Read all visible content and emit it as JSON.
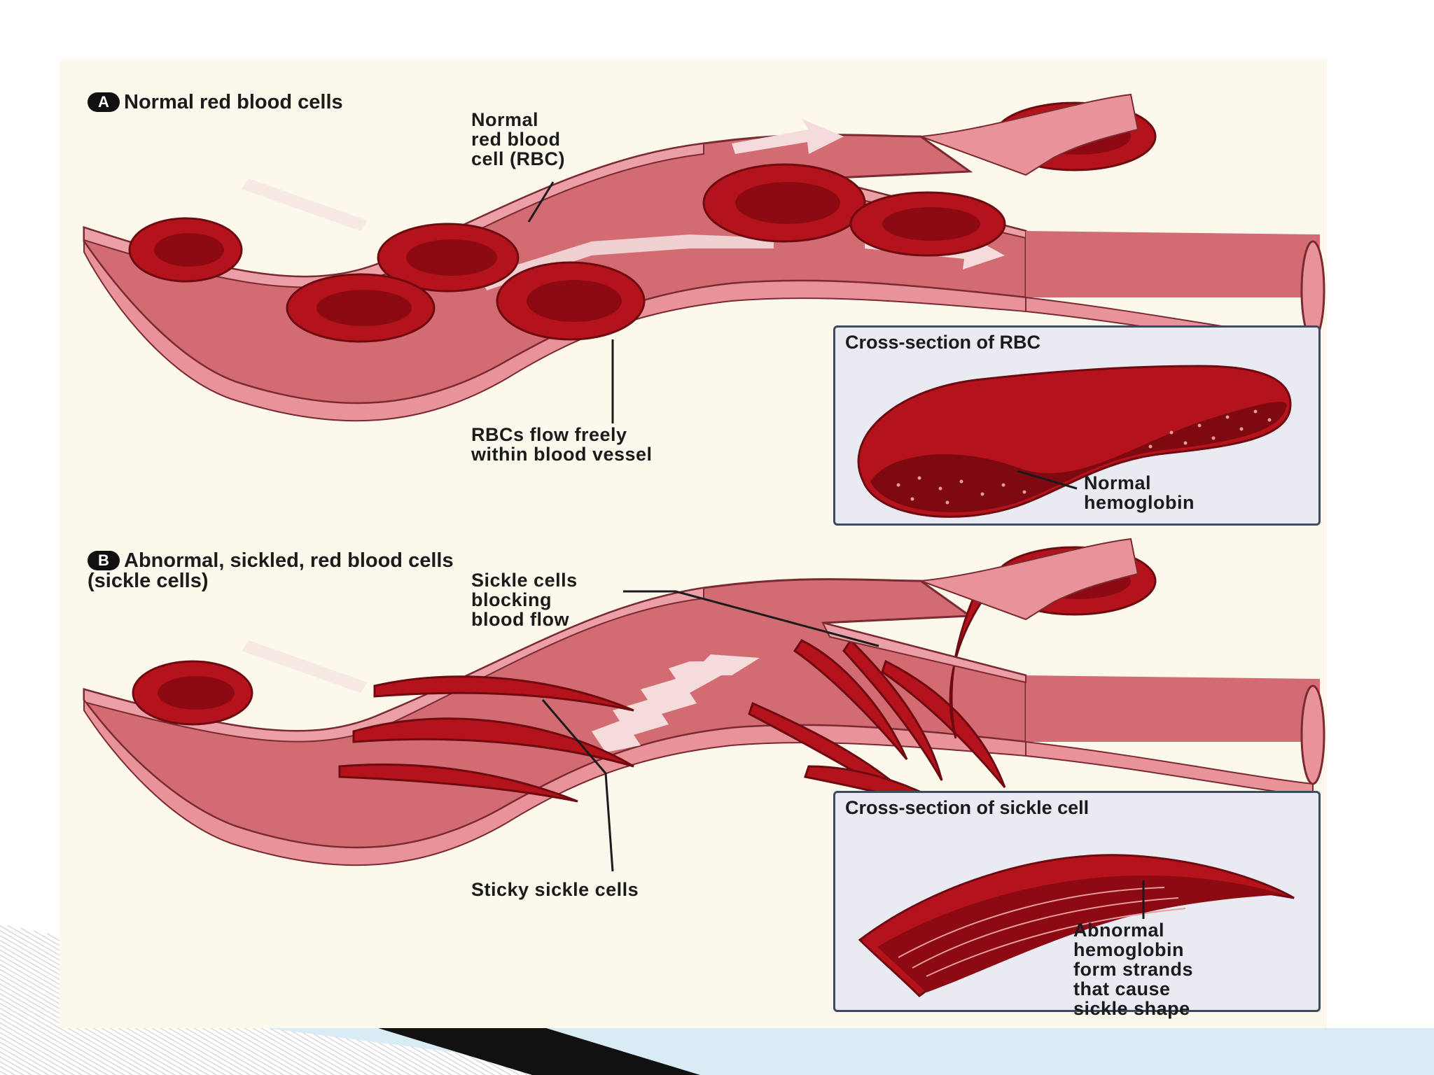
{
  "sections": {
    "a": {
      "badge": "A",
      "title": "Normal red blood cells",
      "label_rbc": "Normal\nred blood\ncell (RBC)",
      "label_flow": "RBCs flow freely\nwithin blood vessel",
      "inset_title": "Cross-section of RBC",
      "inset_label": "Normal\nhemoglobin"
    },
    "b": {
      "badge": "B",
      "title": "Abnormal, sickled, red blood cells\n(sickle cells)",
      "label_blocking": "Sickle cells\nblocking\nblood flow",
      "label_sticky": "Sticky sickle cells",
      "inset_title": "Cross-section of sickle cell",
      "inset_label": "Abnormal\nhemoglobin\nform strands\nthat cause\nsickle shape"
    }
  },
  "colors": {
    "vessel_wall": "#e8939a",
    "vessel_inner": "#d36b73",
    "rbc": "#b5131c",
    "rbc_dark": "#8d0a12",
    "inset_bg": "#e9eaf2",
    "inset_border": "#3e4a63",
    "deco_chevron": "#111111"
  }
}
